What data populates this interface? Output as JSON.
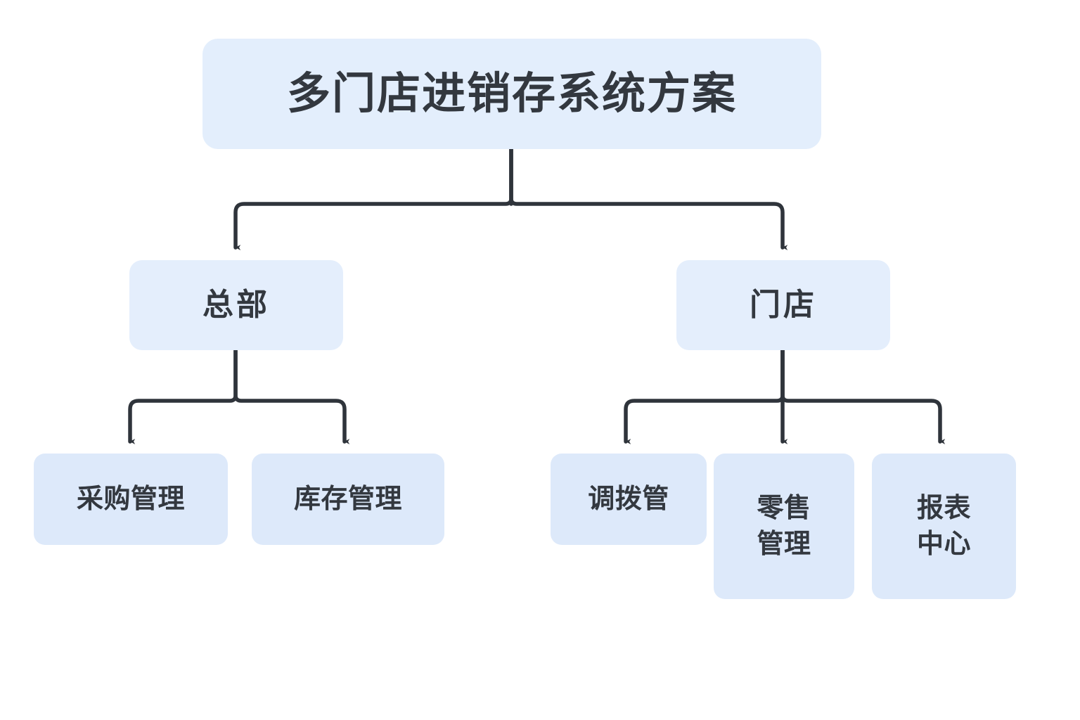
{
  "diagram": {
    "type": "org-tree",
    "background_color": "#ffffff",
    "node_fill_root": "#e3eefc",
    "node_fill_level2": "#e4eefc",
    "node_fill_leaf": "#dde9fa",
    "text_color": "#33383f",
    "connector_color": "#2f343b",
    "root": {
      "label": "多门店进销存系统方案"
    },
    "level2": [
      {
        "id": "hq",
        "label": "总部"
      },
      {
        "id": "store",
        "label": "门店"
      }
    ],
    "leaves": [
      {
        "id": "purchase",
        "parent": "hq",
        "label": "采购管理"
      },
      {
        "id": "stock",
        "parent": "hq",
        "label": "库存管理"
      },
      {
        "id": "transfer",
        "parent": "store",
        "label": "调拨管"
      },
      {
        "id": "retail",
        "parent": "store",
        "label": "零售\n管理"
      },
      {
        "id": "report",
        "parent": "store",
        "label": "报表\n中心"
      }
    ]
  }
}
